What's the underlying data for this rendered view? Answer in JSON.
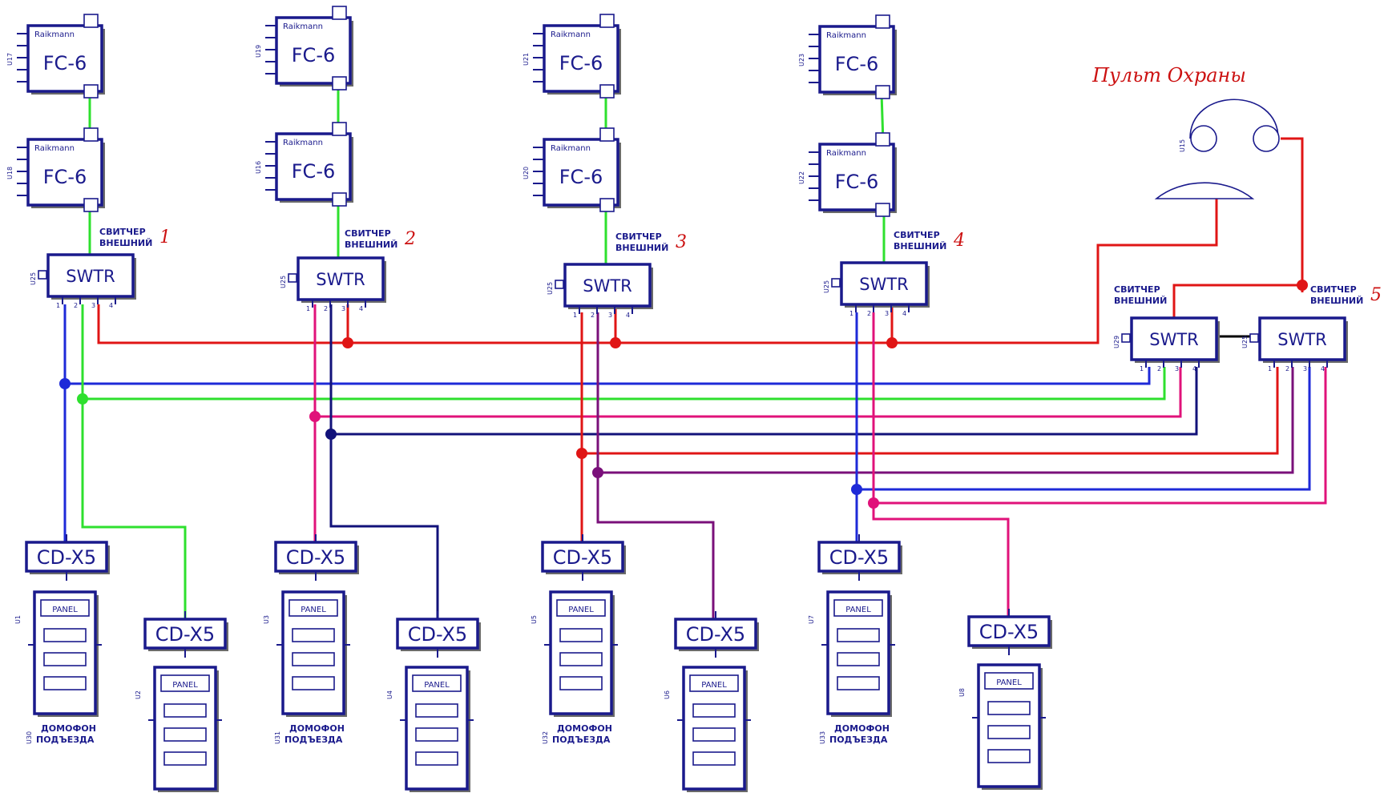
{
  "colors": {
    "outline": "#1a1a8c",
    "red": "#e01515",
    "blue": "#1e2ad8",
    "green": "#2ee02e",
    "pink": "#e0127a",
    "navy": "#12127a",
    "purple": "#7a107a",
    "label_red": "#cc1111"
  },
  "security_console": {
    "title": "Пульт Охраны",
    "ref": "U15"
  },
  "camera": {
    "brand": "Raikmann",
    "model": "FC-6"
  },
  "switch": {
    "label": "SWTR",
    "caption_line1": "СВИТЧЕР",
    "caption_line2": "ВНЕШНИЙ"
  },
  "call_unit": {
    "label": "CD-X5"
  },
  "panel": {
    "label": "PANEL",
    "caption_line1": "ДОМОФОН",
    "caption_line2": "ПОДЪЕЗДА"
  },
  "groups": [
    {
      "number": "1",
      "cameras": [
        "U17",
        "U18"
      ],
      "switch_ref": "U25",
      "panels": [
        "U1",
        "U2"
      ],
      "panel_caption_ref": "U30"
    },
    {
      "number": "2",
      "cameras": [
        "U19",
        "U16"
      ],
      "switch_ref": "U25",
      "panels": [
        "U3",
        "U4"
      ],
      "panel_caption_ref": "U31"
    },
    {
      "number": "3",
      "cameras": [
        "U21",
        "U20"
      ],
      "switch_ref": "U25",
      "panels": [
        "U5",
        "U6"
      ],
      "panel_caption_ref": "U32"
    },
    {
      "number": "4",
      "cameras": [
        "U23",
        "U22"
      ],
      "switch_ref": "U25",
      "panels": [
        "U7",
        "U8"
      ],
      "panel_caption_ref": "U33"
    },
    {
      "number": "5",
      "switches": [
        "U29",
        "U25"
      ]
    }
  ]
}
